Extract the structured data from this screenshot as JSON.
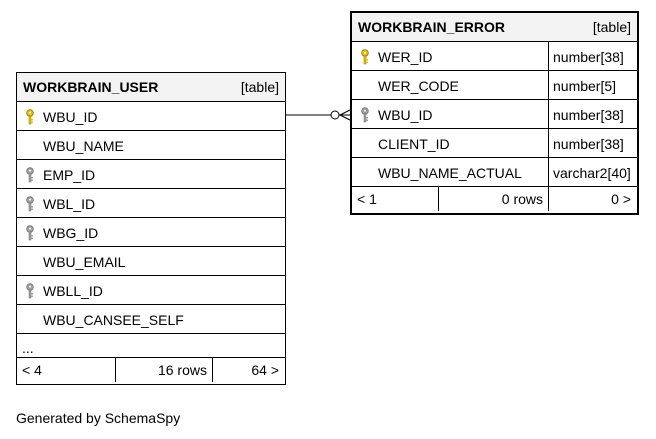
{
  "user_table": {
    "name": "WORKBRAIN_USER",
    "kind": "[table]",
    "columns": [
      {
        "name": "WBU_ID",
        "key": "primary"
      },
      {
        "name": "WBU_NAME",
        "key": "none"
      },
      {
        "name": "EMP_ID",
        "key": "foreign"
      },
      {
        "name": "WBL_ID",
        "key": "foreign"
      },
      {
        "name": "WBG_ID",
        "key": "foreign"
      },
      {
        "name": "WBU_EMAIL",
        "key": "none"
      },
      {
        "name": "WBLL_ID",
        "key": "foreign"
      },
      {
        "name": "WBU_CANSEE_SELF",
        "key": "none"
      }
    ],
    "ellipsis": "...",
    "footer": {
      "parents": "< 4",
      "rows": "16 rows",
      "children": "64 >"
    }
  },
  "error_table": {
    "name": "WORKBRAIN_ERROR",
    "kind": "[table]",
    "columns": [
      {
        "name": "WER_ID",
        "type": "number[38]",
        "key": "primary"
      },
      {
        "name": "WER_CODE",
        "type": "number[5]",
        "key": "none"
      },
      {
        "name": "WBU_ID",
        "type": "number[38]",
        "key": "foreign"
      },
      {
        "name": "CLIENT_ID",
        "type": "number[38]",
        "key": "none"
      },
      {
        "name": "WBU_NAME_ACTUAL",
        "type": "varchar2[40]",
        "key": "none"
      }
    ],
    "footer": {
      "parents": "< 1",
      "rows": "0 rows",
      "children": "0 >"
    }
  },
  "colors": {
    "primary_key": "#e8c400",
    "foreign_key": "#a0a0a0",
    "header_bg": "#f3f3f3"
  },
  "generated_by": "Generated by SchemaSpy"
}
